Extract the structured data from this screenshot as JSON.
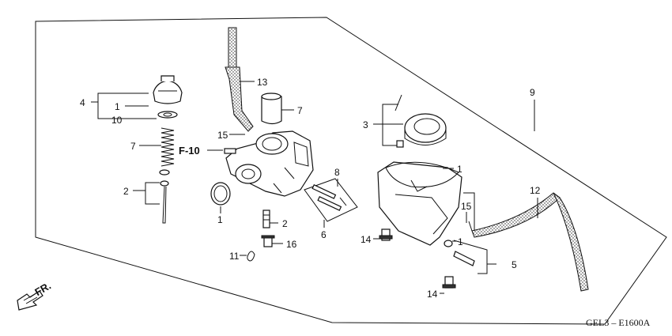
{
  "diagram": {
    "code": "GEL3 – E1600A",
    "front_label": "FR.",
    "ref_label": "F-10",
    "callouts": {
      "c_4": "4",
      "c_1a": "1",
      "c_10": "10",
      "c_7a": "7",
      "c_2a": "2",
      "c_13": "13",
      "c_7b": "7",
      "c_15a": "15",
      "c_1b": "1",
      "c_2b": "2",
      "c_16": "16",
      "c_11": "11",
      "c_8": "8",
      "c_6": "6",
      "c_3": "3",
      "c_9": "9",
      "c_1c": "1",
      "c_12": "12",
      "c_15b": "15",
      "c_1d": "1",
      "c_14a": "14",
      "c_5": "5",
      "c_14b": "14"
    }
  },
  "colors": {
    "ink": "#111111",
    "background": "#ffffff"
  }
}
